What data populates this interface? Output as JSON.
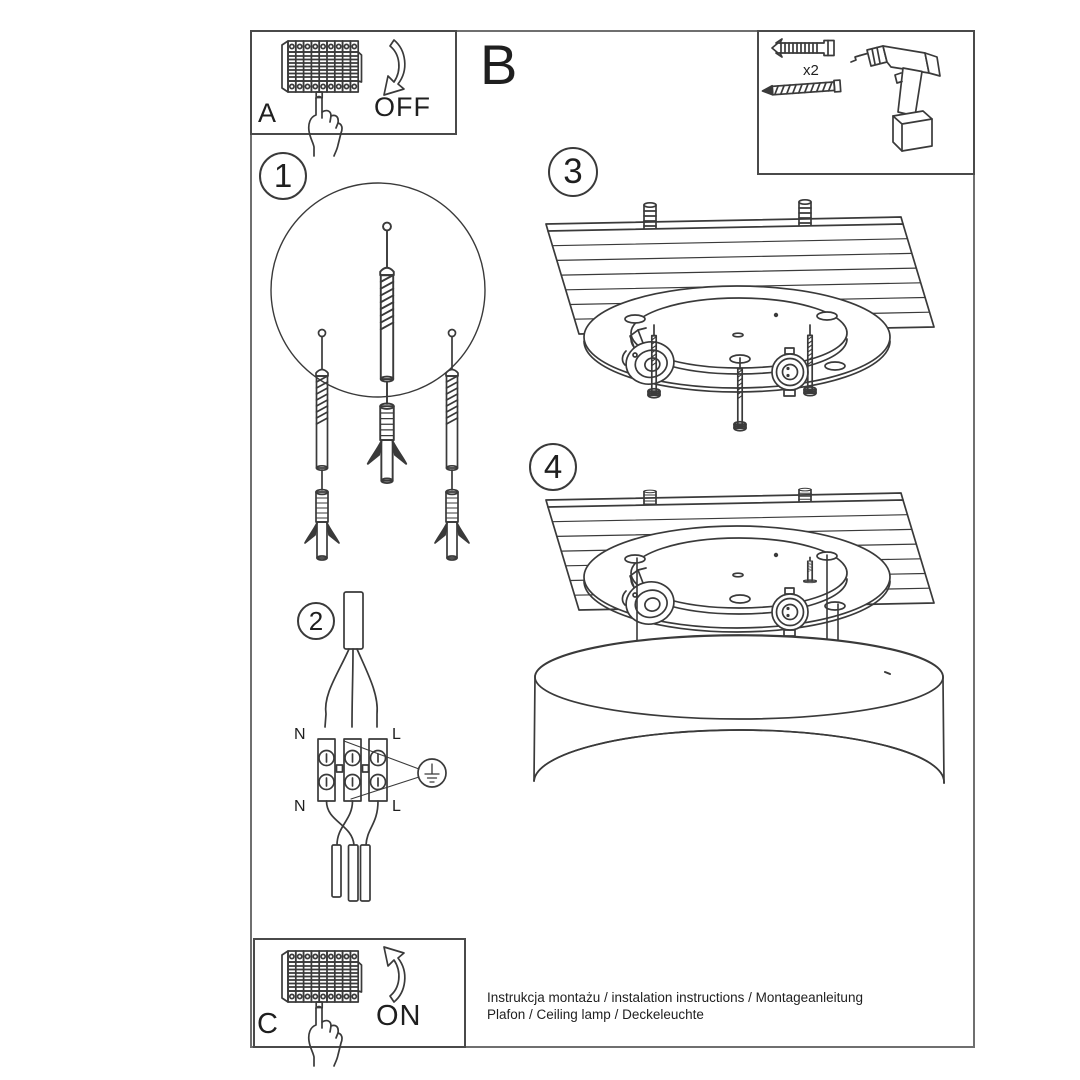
{
  "page": {
    "footer": {
      "line1": "Instrukcja montażu / instalation instructions / Montageanleitung",
      "line2": "Plafon / Ceiling lamp / Deckeleuchte"
    }
  },
  "panels": {
    "a": {
      "label": "A",
      "state": "OFF"
    },
    "b": {
      "label": "B"
    },
    "c": {
      "label": "C",
      "state": "ON"
    },
    "parts": {
      "dowel_qty": "x2"
    }
  },
  "steps": {
    "one": "1",
    "two": "2",
    "three": "3",
    "four": "4"
  },
  "wiring": {
    "neutral": "N",
    "live": "L"
  }
}
